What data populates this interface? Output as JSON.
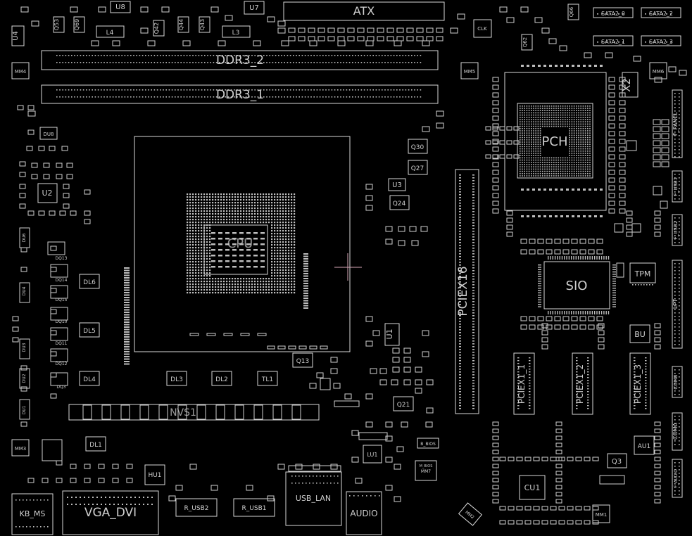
{
  "board": {
    "colors": {
      "background": "#000000",
      "outline": "#d8d8d8",
      "pads": "#bdbdbd",
      "accent_pink": "#d7a8b8",
      "highlight": "#2aa06a"
    },
    "labels": {
      "atx": "ATX",
      "ddr3_2": "DDR3_2",
      "ddr3_1": "DDR3_1",
      "pch": "PCH",
      "sio": "SIO",
      "tpm": "TPM",
      "pciex16": "PCIEX16",
      "pciex1_1": "PCIEX1_1",
      "pciex1_2": "PCIEX1_2",
      "pciex1_3": "PCIEX1_3",
      "vga_dvi": "VGA_DVI",
      "kb_ms": "KB_MS",
      "usb_lan": "USB_LAN",
      "audio": "AUDIO",
      "r_usb2": "R_USB2",
      "r_usb1": "R_USB1",
      "bu": "BU",
      "x2": "X2",
      "sata2_0": "SATA2_0",
      "sata2_2": "SATA2_2",
      "sata2_1": "SATA2_1",
      "sata2_3": "SATA2_3",
      "f_panel": "F_PANEL",
      "f_usb1": "F_USB1",
      "f_usb2": "F_USB2",
      "lpt": "LPT",
      "comb": "COMB",
      "coma": "COMA",
      "f_audio": "F_AUDIO",
      "cpu": "CPU",
      "u1": "U1",
      "u2": "U2",
      "u3": "U3",
      "u4": "U4",
      "u7": "U7",
      "u8": "U8",
      "q13": "Q13",
      "q21": "Q21",
      "q24": "Q24",
      "q27": "Q27",
      "q30": "Q30",
      "q3": "Q3",
      "q53": "Q53",
      "q69": "Q69",
      "q42": "Q42",
      "q44": "Q44",
      "q43": "Q43",
      "q66": "Q66",
      "q62": "Q62",
      "l3": "L3",
      "l4": "L4",
      "tl1": "TL1",
      "dl1": "DL1",
      "dl2": "DL2",
      "dl3": "DL3",
      "dl4": "DL4",
      "dl5": "DL5",
      "dl6": "DL6",
      "cu1": "CU1",
      "au1": "AU1",
      "lu1": "LU1",
      "hu1": "HU1",
      "clk": "CLK",
      "mm1": "MM1",
      "mm2": "MM2",
      "mm3": "MM3",
      "mm4": "MM4",
      "mm5": "MM5",
      "mm6": "MM6",
      "mm7": "MM7",
      "du8": "DU8",
      "du6": "DU6",
      "du4": "DU4",
      "du3": "DU3",
      "du2": "DU2",
      "du1": "DU1",
      "dq13": "DQ13",
      "dq14": "DQ14",
      "dq15": "DQ15",
      "dq10": "DQ10",
      "dq11": "DQ11",
      "dq12": "DQ12",
      "dq3": "DQ3",
      "b_bios": "B_BIOS",
      "m_bios": "M_BIOS",
      "strip_mark": "NVS1"
    }
  }
}
